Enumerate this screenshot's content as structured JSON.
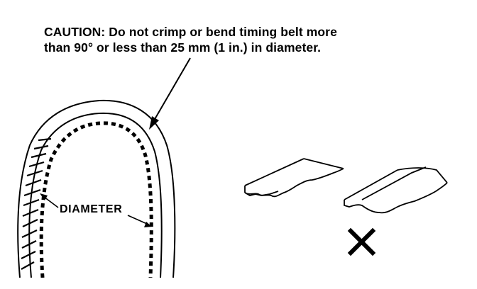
{
  "caution": {
    "line1": "CAUTION: Do not crimp or bend timing belt more",
    "line2": "than 90° or less than 25 mm (1 in.) in diameter."
  },
  "labels": {
    "diameter": "DIAMETER"
  },
  "colors": {
    "ink": "#000000",
    "paper": "#ffffff"
  }
}
